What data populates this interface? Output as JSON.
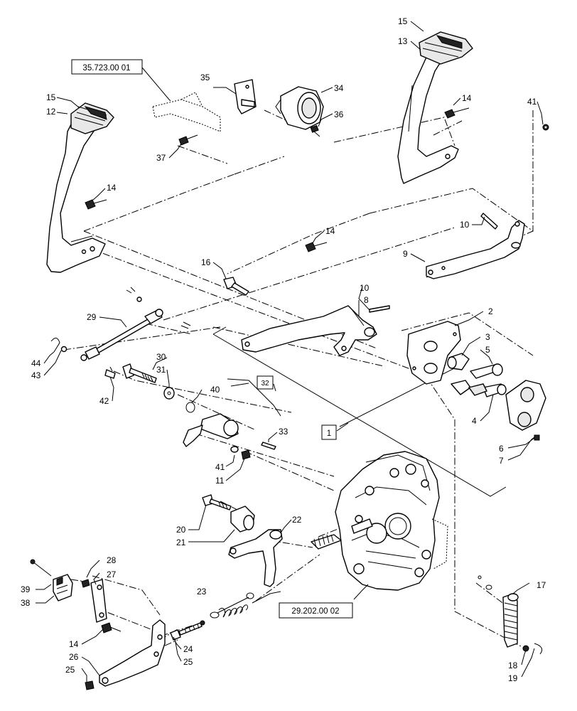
{
  "references": {
    "r35723": "35.723.00 01",
    "r29202": "29.202.00 02",
    "r1": "1",
    "r32": "32"
  },
  "callouts": {
    "c1": "1",
    "c2": "2",
    "c3": "3",
    "c4": "4",
    "c5": "5",
    "c6": "6",
    "c7": "7",
    "c8": "8",
    "c9": "9",
    "c10a": "10",
    "c10b": "10",
    "c11": "11",
    "c12": "12",
    "c13": "13",
    "c14a": "14",
    "c14b": "14",
    "c14c": "14",
    "c14d": "14",
    "c15a": "15",
    "c15b": "15",
    "c16": "16",
    "c17": "17",
    "c18": "18",
    "c19": "19",
    "c20": "20",
    "c21": "21",
    "c22": "22",
    "c23": "23",
    "c24": "24",
    "c25a": "25",
    "c25b": "25",
    "c26": "26",
    "c27": "27",
    "c28": "28",
    "c29": "29",
    "c30": "30",
    "c31": "31",
    "c33": "33",
    "c34": "34",
    "c35": "35",
    "c36": "36",
    "c37": "37",
    "c38": "38",
    "c39": "39",
    "c40": "40",
    "c41a": "41",
    "c41b": "41",
    "c42": "42",
    "c43": "43",
    "c44": "44"
  }
}
